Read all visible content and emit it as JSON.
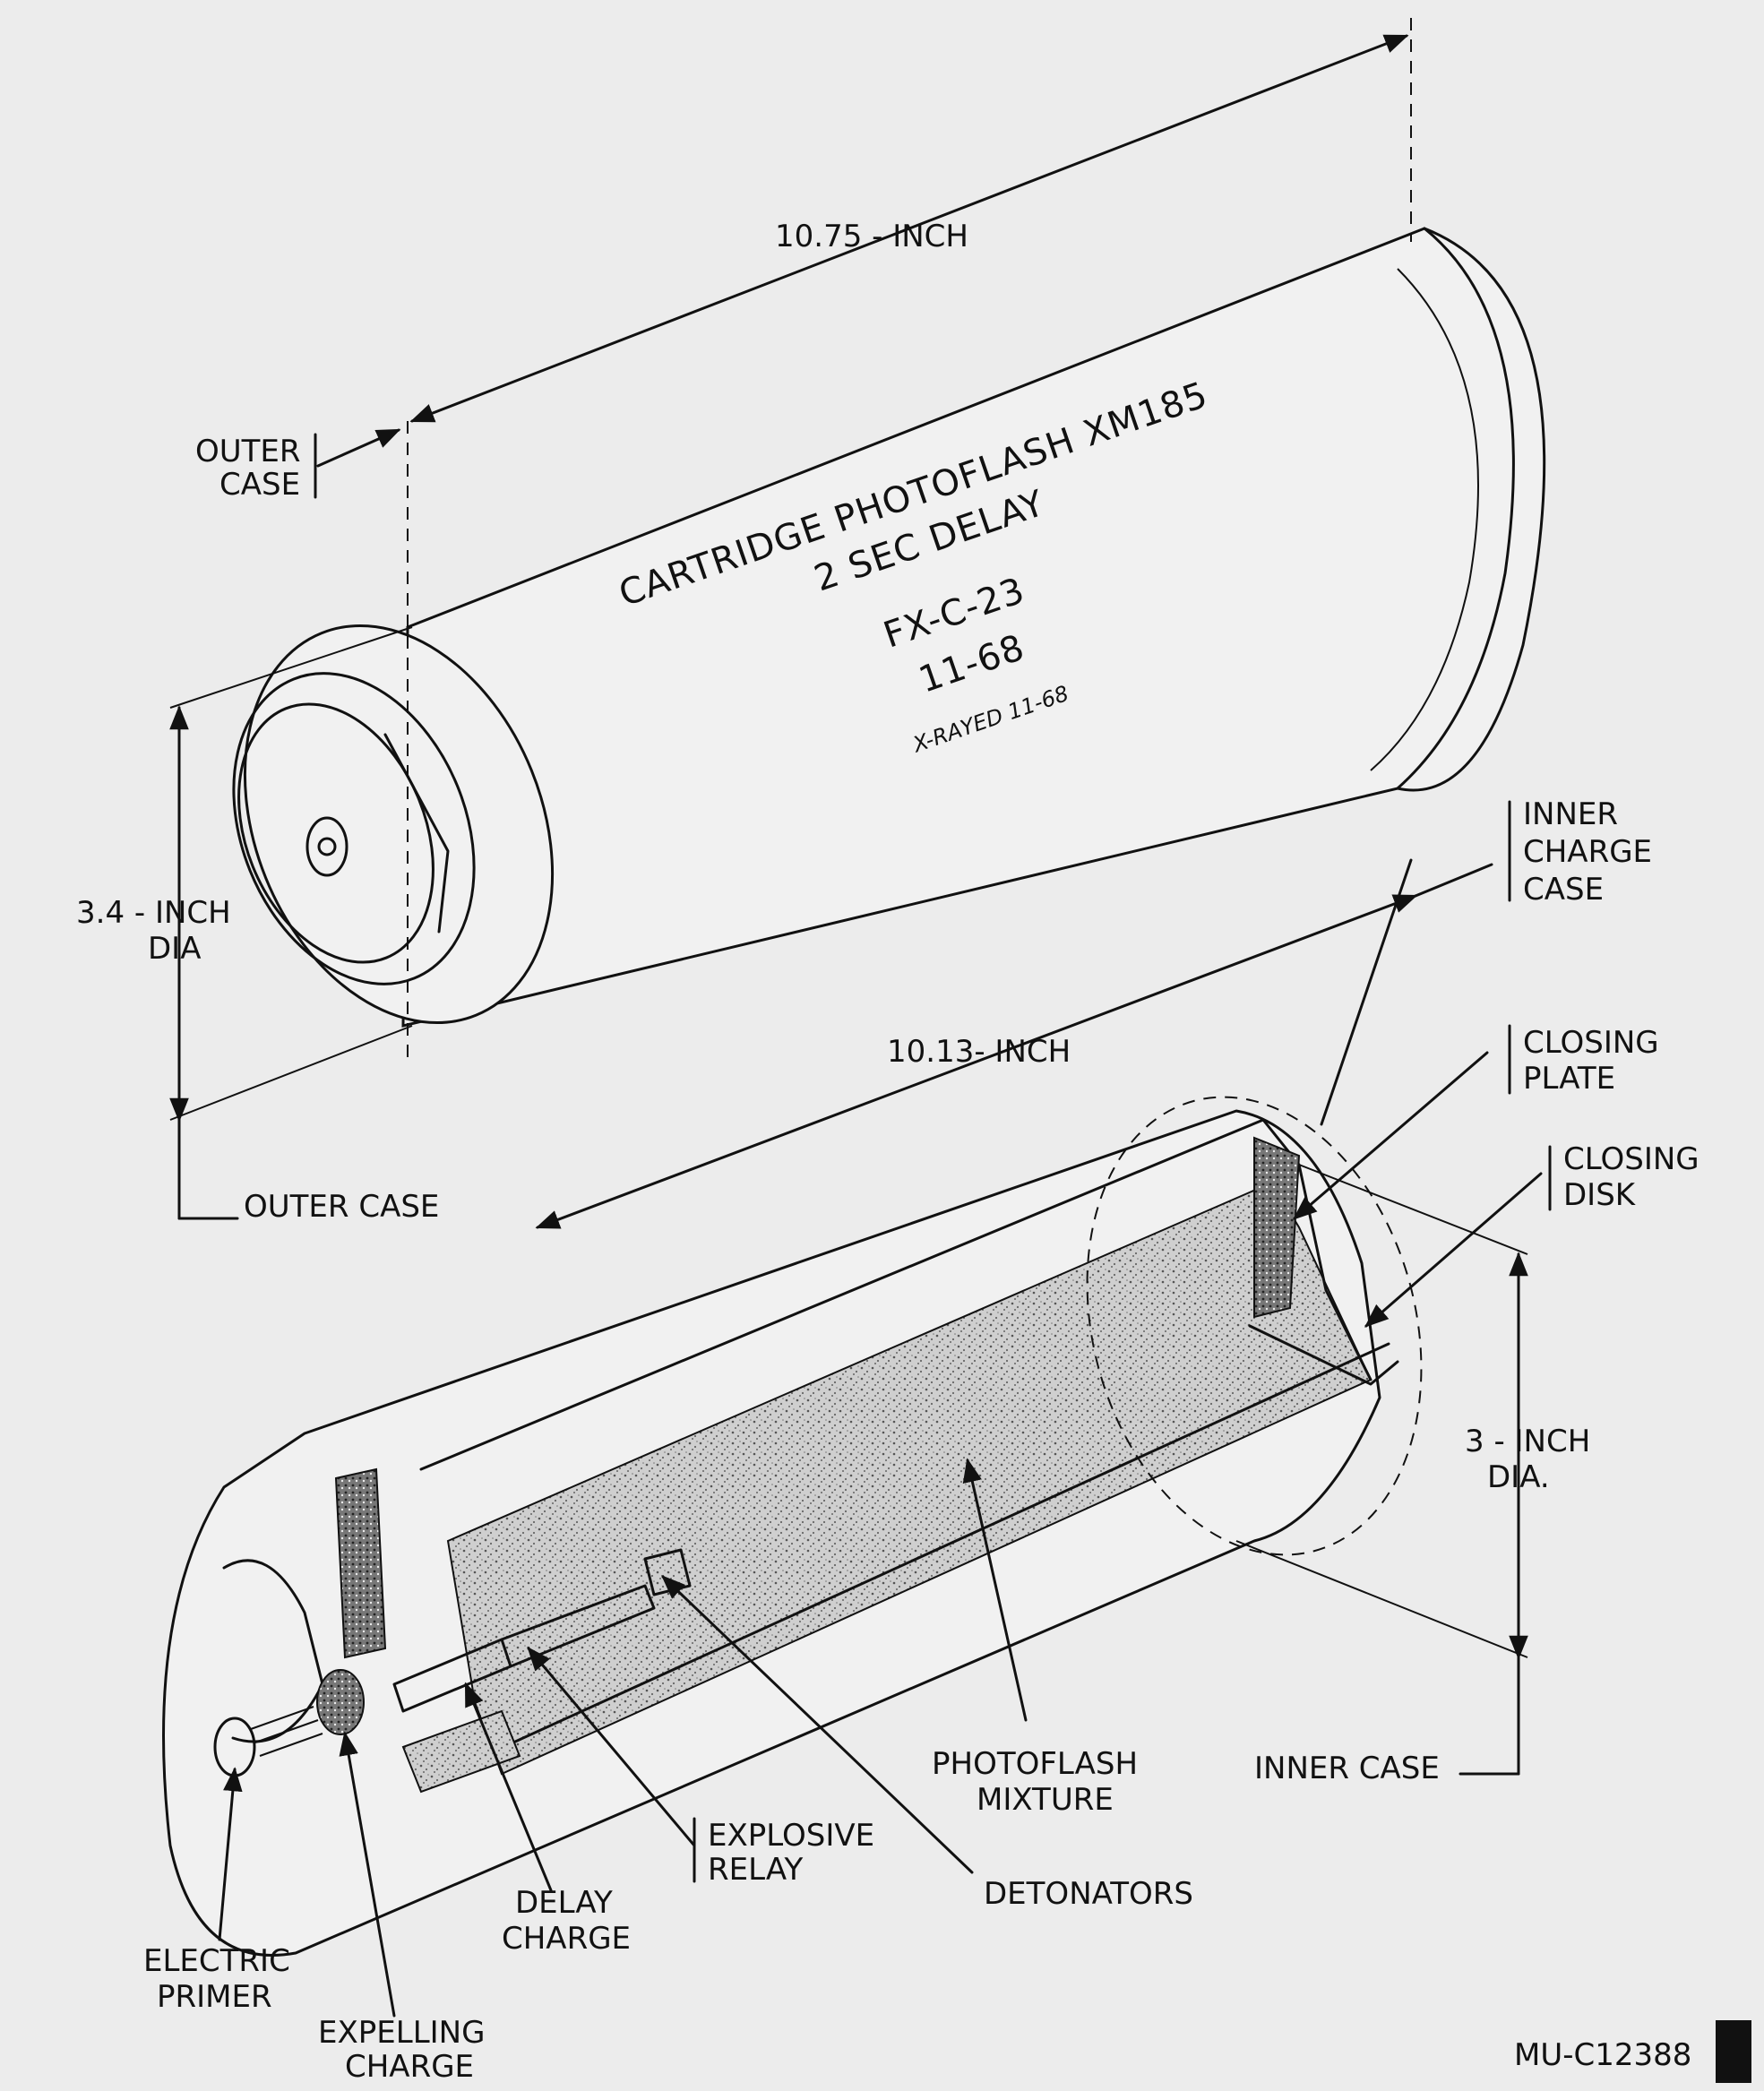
{
  "diagram": {
    "cylinder_marking": {
      "line1": "CARTRIDGE PHOTOFLASH XM185",
      "line2": "2 SEC DELAY",
      "line3": "FX-C-23",
      "line4": "11-68",
      "line5": "X-RAYED 11-68"
    },
    "dimensions": {
      "length_outer": "10.75 - INCH",
      "length_inner": "10.13- INCH",
      "dia_outer_line1": "3.4 - INCH",
      "dia_outer_line2": "DIA",
      "dia_inner_line1": "3 - INCH",
      "dia_inner_line2": "DIA."
    },
    "labels": {
      "outer_case_top_1": "OUTER",
      "outer_case_top_2": "CASE",
      "outer_case_left": "OUTER CASE",
      "inner_charge_case_1": "INNER",
      "inner_charge_case_2": "CHARGE",
      "inner_charge_case_3": "CASE",
      "closing_plate_1": "CLOSING",
      "closing_plate_2": "PLATE",
      "closing_disk_1": "CLOSING",
      "closing_disk_2": "DISK",
      "inner_case": "INNER CASE",
      "photoflash_1": "PHOTOFLASH",
      "photoflash_2": "MIXTURE",
      "detonators": "DETONATORS",
      "explosive_relay_1": "EXPLOSIVE",
      "explosive_relay_2": "RELAY",
      "delay_charge_1": "DELAY",
      "delay_charge_2": "CHARGE",
      "electric_primer_1": "ELECTRIC",
      "electric_primer_2": "PRIMER",
      "expelling_charge_1": "EXPELLING",
      "expelling_charge_2": "CHARGE"
    },
    "figure_id": "MU-C12388"
  }
}
